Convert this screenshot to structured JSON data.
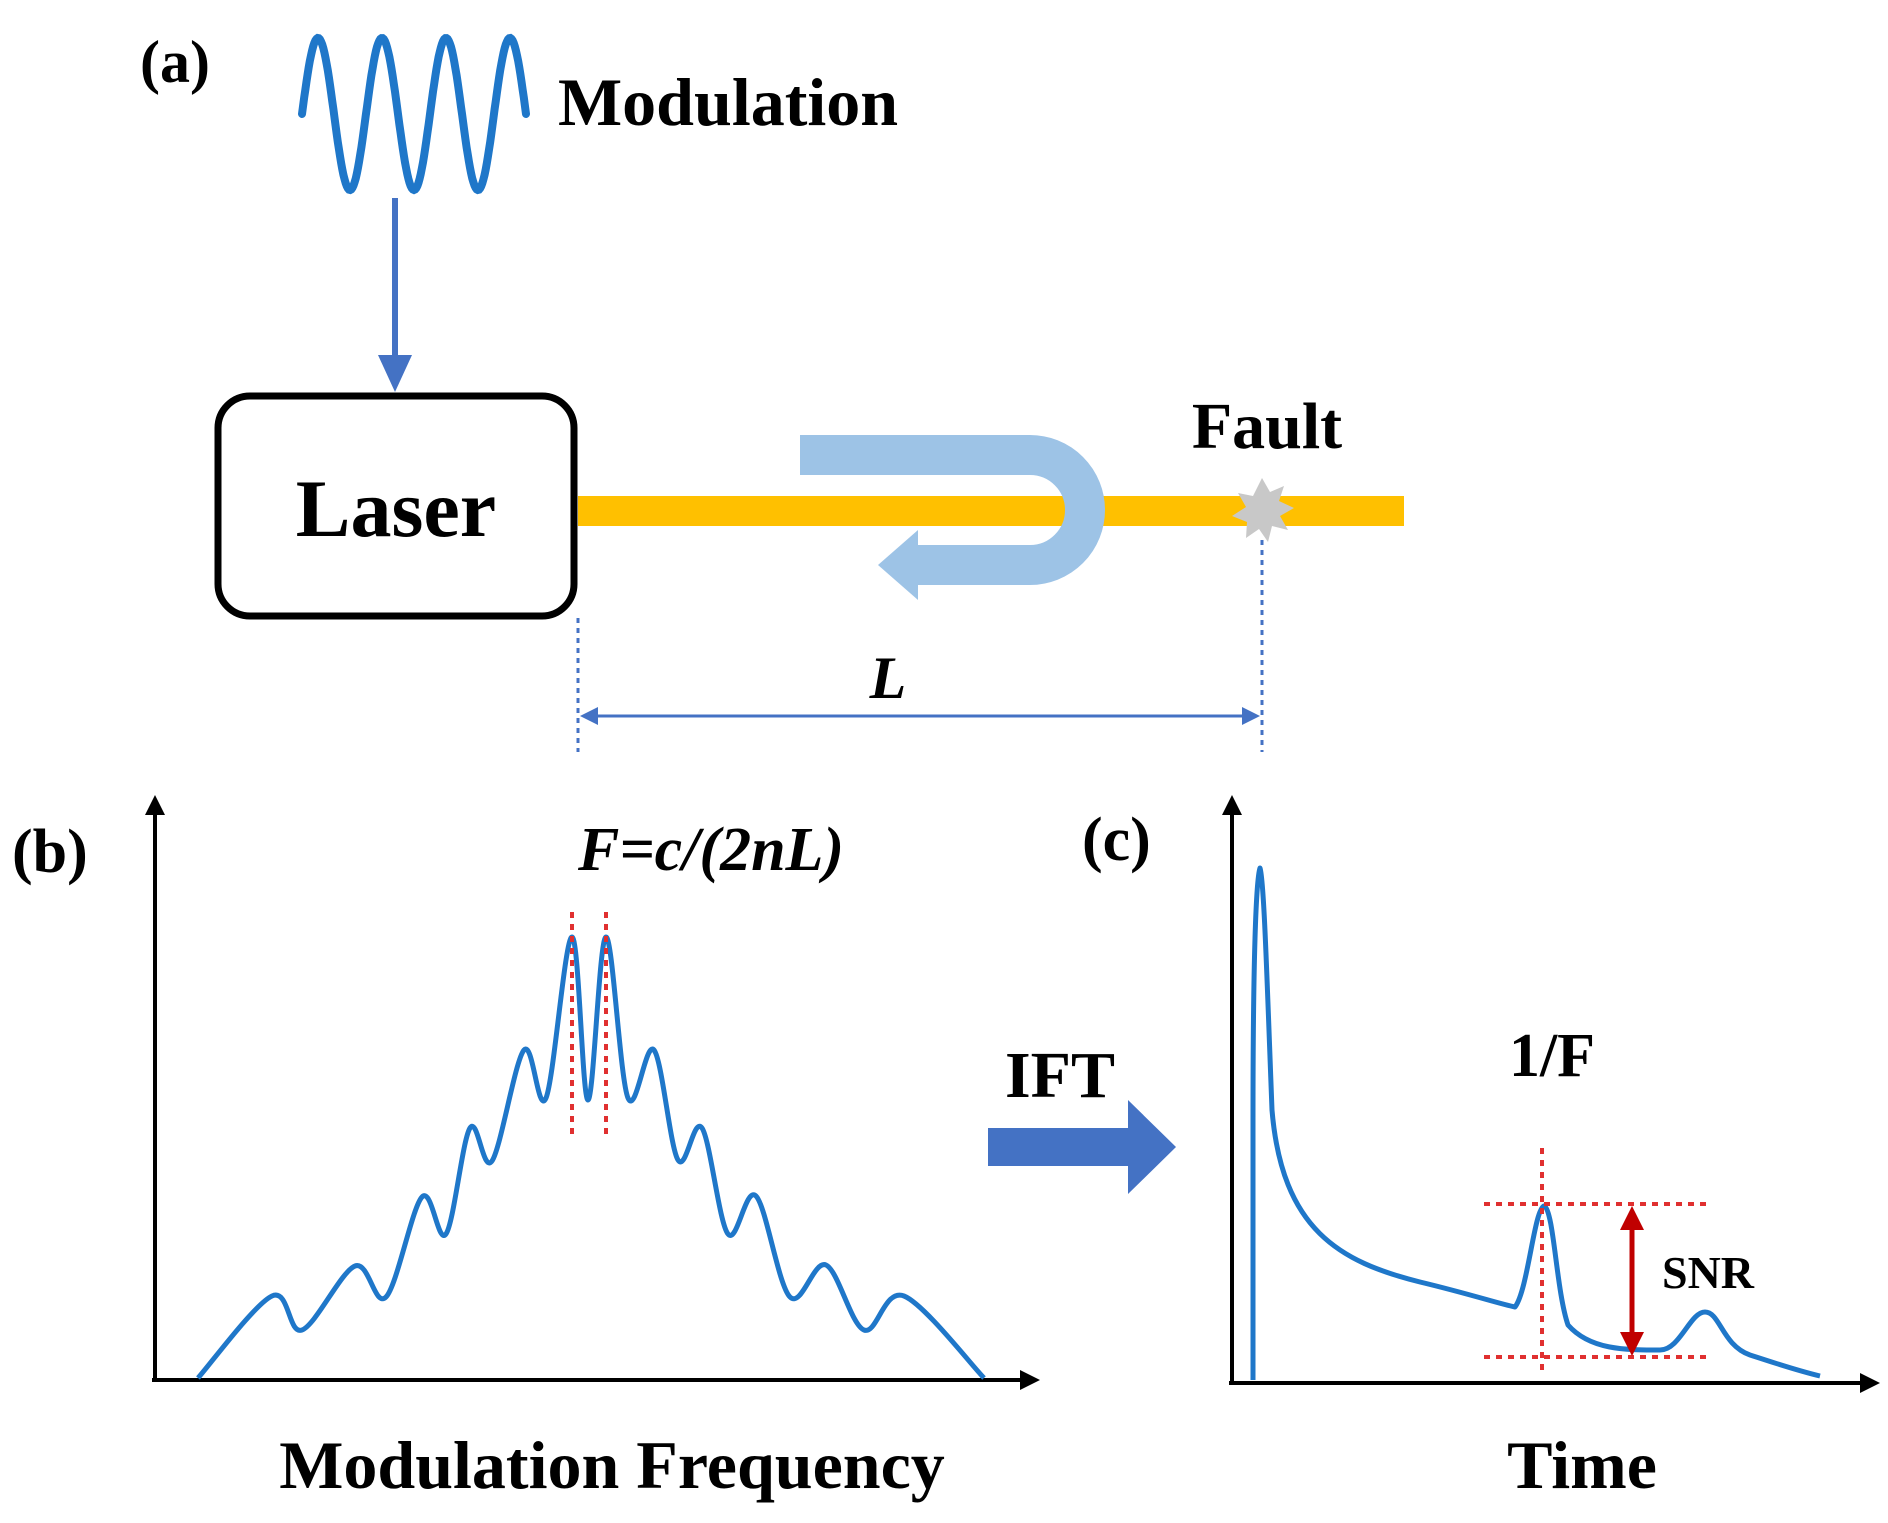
{
  "panel_a": {
    "tag": "(a)",
    "modulation_label": "Modulation",
    "laser_label": "Laser",
    "fault_label": "Fault",
    "length_label": "L"
  },
  "panel_b": {
    "tag": "(b)",
    "formula": "F=c/(2nL)",
    "x_axis_label": "Modulation Frequency"
  },
  "transform": {
    "label": "IFT"
  },
  "panel_c": {
    "tag": "(c)",
    "period_label": "1/F",
    "snr_label": "SNR",
    "x_axis_label": "Time"
  },
  "colors": {
    "curve": "#1f77c9",
    "arrow": "#4472c4",
    "fiber": "#ffc000",
    "reflect_arrow": "#9dc3e6",
    "marker": "#e03030",
    "snr_arrow": "#c00000",
    "fault_spot": "#c8c8c8"
  }
}
